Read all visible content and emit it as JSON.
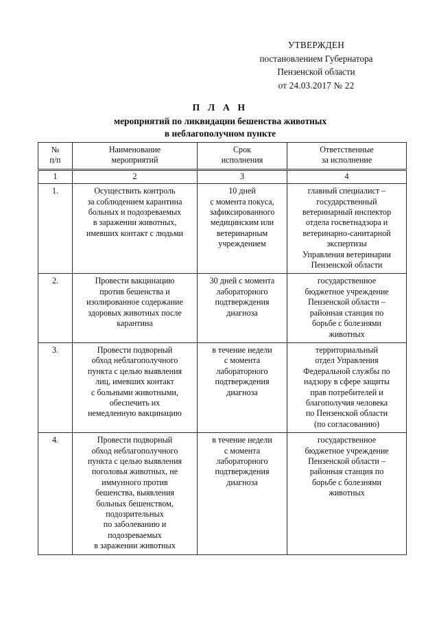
{
  "document": {
    "approval": {
      "lines": [
        "УТВЕРЖДЕН",
        "постановлением  Губернатора",
        "Пензенской области",
        "от   24.03.2017  №  22"
      ]
    },
    "title": {
      "main": "П Л А Н",
      "subtitle_line_1": "мероприятий по ликвидации бешенства животных",
      "subtitle_line_2": "в неблагополучном пункте"
    },
    "table": {
      "headers": [
        {
          "line_1": "№",
          "line_2": "п/п"
        },
        {
          "line_1": "Наименование",
          "line_2": "мероприятий"
        },
        {
          "line_1": "Срок",
          "line_2": "исполнения"
        },
        {
          "line_1": "Ответственные",
          "line_2": "за исполнение"
        }
      ],
      "column_numbers": [
        "1",
        "2",
        "3",
        "4"
      ],
      "rows": [
        {
          "index": "1.",
          "measure": [
            "Осуществить контроль",
            "за соблюдением карантина",
            "больных и подозреваемых",
            "в заражении животных,",
            "имевших контакт с людьми"
          ],
          "deadline": [
            "10 дней",
            "с момента покуса,",
            "зафиксированного",
            "медицинским или",
            "ветеринарным",
            "учреждением"
          ],
          "responsible": [
            "главный специалист –",
            "государственный",
            "ветеринарный инспектор",
            "отдела госветнадзора и",
            "ветеринарно-санитарной",
            "экспертизы",
            "Управления ветеринарии",
            "Пензенской области"
          ]
        },
        {
          "index": "2.",
          "measure": [
            "Провести вакцинацию",
            "против бешенства и",
            "изолированное содержание",
            "здоровых животных после",
            "карантина"
          ],
          "deadline": [
            "30 дней с момента",
            "лабораторного",
            "подтверждения",
            "диагноза"
          ],
          "responsible": [
            "государственное",
            "бюджетное учреждение",
            "Пензенской области –",
            "районная станция по",
            "борьбе с болезнями",
            "животных"
          ]
        },
        {
          "index": "3.",
          "measure": [
            "Провести подворный",
            "обход неблагополучного",
            "пункта с целью выявления",
            "лиц, имевших контакт",
            "с больными животными,",
            "обеспечить их",
            "немедленную вакцинацию"
          ],
          "deadline": [
            "в течение недели",
            "с момента",
            "лабораторного",
            "подтверждения",
            "диагноза"
          ],
          "responsible": [
            "территориальный",
            "отдел Управления",
            "Федеральной службы по",
            "надзору в сфере защиты",
            "прав потребителей и",
            "благополучия человека",
            "по Пензенской области",
            "(по согласованию)"
          ]
        },
        {
          "index": "4.",
          "measure": [
            "Провести подворный",
            "обход неблагополучного",
            "пункта с целью выявления",
            "поголовья животных, не",
            "иммунного против",
            "бешенства, выявления",
            "больных бешенством,",
            "подозрительных",
            "по заболеванию и",
            "подозреваемых",
            "в заражении животных"
          ],
          "deadline": [
            "в течение недели",
            "с момента",
            "лабораторного",
            "подтверждения",
            "диагноза"
          ],
          "responsible": [
            "государственное",
            "бюджетное учреждение",
            "Пензенской области –",
            "районная станция по",
            "борьбе с болезнями",
            "животных"
          ]
        }
      ]
    }
  }
}
